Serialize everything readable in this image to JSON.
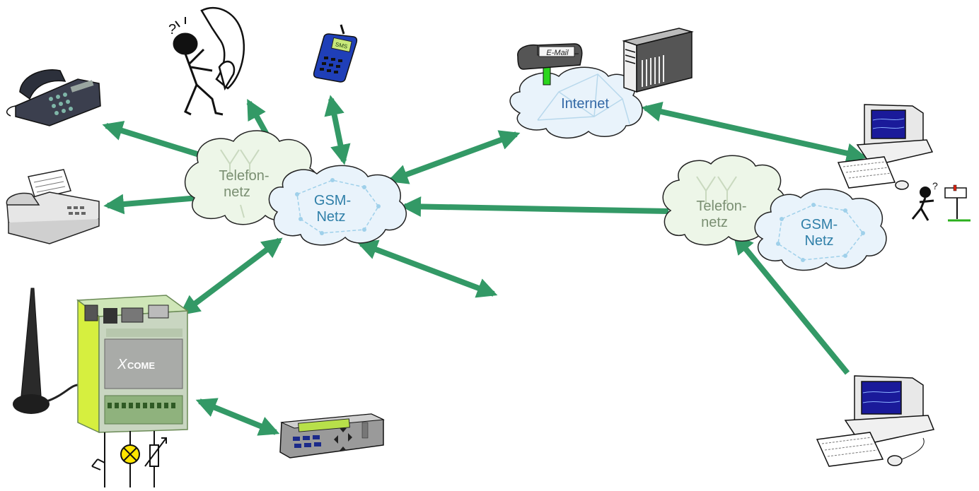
{
  "clouds": {
    "telefon_left": {
      "line1": "Telefon-",
      "line2": "netz"
    },
    "gsm_left": {
      "line1": "GSM-",
      "line2": "Netz"
    },
    "internet": {
      "label": "Internet"
    },
    "telefon_right": {
      "line1": "Telefon-",
      "line2": "netz"
    },
    "gsm_right": {
      "line1": "GSM-",
      "line2": "Netz"
    }
  },
  "device_texts": {
    "mobile_screen": "SMS",
    "mailbox_sign": "E-Mail",
    "controller_brand": "COME",
    "controller_brand_prefix": "X"
  },
  "colors": {
    "arrow": "#339966",
    "telefon_cloud": "#edf6e8",
    "gsm_cloud": "#e9f3fb",
    "gsm_text": "#2f7fa8",
    "telefon_text": "#7a8f72",
    "internet_text": "#3469a6"
  }
}
